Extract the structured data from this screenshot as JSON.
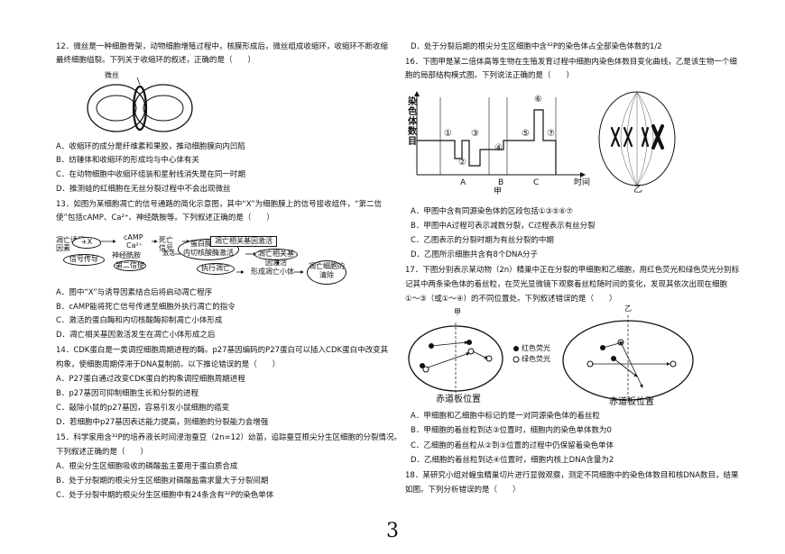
{
  "left": {
    "q12": {
      "stem1": "12．微丝是一种细胞骨架，动物细胞增殖过程中，核膜形成后，微丝组成收缩环，收缩环不断收缩",
      "stem2": "最终细胞缢裂。下列关于收缩环的叙述，正确的是（　　）",
      "fig_label": "微丝",
      "A": "A．收缩环的成分是纤维素和果胶，推动细胞膜向内凹陷",
      "B": "B．纺锤体和收缩环的形成均与中心体有关",
      "C": "C．在动物细胞中收缩环组装和星射线消失是在同一时期",
      "D": "D．推测蛙的红细胞在无丝分裂过程中不会出现微丝"
    },
    "q13": {
      "stem1": "13．如图为某细胞凋亡的信号通路的简化示意图，其中“X”为细胞膜上的信号接收组件，“第二信",
      "stem2": "使”包括cAMP、Ca²⁺、神经酰胺等。下列叙述正确的是（　　）",
      "diagram": {
        "inducer": "凋亡诱导因素",
        "x": "+X",
        "camp": "cAMP",
        "ca": "Ca²⁺",
        "ceramide": "神经酰胺",
        "second_messenger": "第二信使",
        "signal_transduction": "信号传导",
        "death_signal": "死亡信号",
        "activate": "激活",
        "protease_line1": "蛋白酶激活",
        "protease_line2": "内切核酸酶激活",
        "execute": "执行凋亡",
        "gene_activate": "凋亡相关基因激活",
        "gene_activate2": "凋亡相关基因激活",
        "apoptotic_body": "形成凋亡小体",
        "clearance": "凋亡细胞的清除"
      },
      "A": "A．图中“X”与诱导因素结合后将启动凋亡程序",
      "B": "B．cAMP能将死亡信号传递至细胞外执行凋亡的指令",
      "C": "C．激活的蛋白酶和内切核酸酶抑制凋亡小体形成",
      "D": "D．凋亡相关基因激活发生在凋亡小体形成之后"
    },
    "q14": {
      "stem1": "14．CDK蛋白是一类调控细胞周期进程的酶。p27基因编码的P27蛋白可以插入CDK蛋白中改变其",
      "stem2": "构象，使细胞周期停滞于DNA复制前。以下推论错误的是（　　）",
      "A": "A．P27蛋白通过改变CDK蛋白的构象调控细胞周期进程",
      "B": "B．p27基因可抑制细胞生长和分裂的进程",
      "C": "C．敲除小鼠的p27基因，容易引发小鼠细胞的癌变",
      "D": "D．若细胞中p27基因表达能力提高，则细胞的分裂能力会增强"
    },
    "q15": {
      "stem1": "15．科学家用含³²P的培养液长时间浸泡蚕豆（2n=12）幼苗，追踪蚕豆根尖分生区细胞的分裂情况。",
      "stem2": "下列叙述正确的是（　　）",
      "A": "A．根尖分生区细胞吸收的磷酸盐主要用于蛋白质合成",
      "B": "B．处于分裂期的根尖分生区细胞对磷酸盐需求量大于分裂间期",
      "C": "C．处于分裂中期的根尖分生区细胞中有24条含有³²P的染色单体"
    }
  },
  "right": {
    "q15D": "D．处于分裂后期的根尖分生区细胞中含³²P的染色体占全部染色体数的1/2",
    "q16": {
      "stem1": "16．下图甲是某二倍体高等生物在生殖发育过程中细胞内染色体数目变化曲线，乙是该生物一个细",
      "stem2": "胞的局部结构模式图。下列说法正确的是（　　）",
      "yaxis": "染色体数目",
      "xaxis": "时间",
      "fig_a": "甲",
      "fig_b": "乙",
      "segA": "A",
      "segB": "B",
      "segC": "C",
      "n1": "①",
      "n2": "②",
      "n3": "③",
      "n4": "④",
      "n5": "⑤",
      "n6": "⑥",
      "n7": "⑦",
      "A": "A．甲图中含有同源染色体的区段包括①③⑤⑥⑦",
      "B": "B．甲图中A过程可表示减数分裂，C过程表示有丝分裂",
      "C": "C．乙图表示的分裂时期为有丝分裂的中期",
      "D": "D．乙图所示细胞共含有8个DNA分子"
    },
    "q17": {
      "stem1": "17．下图分别表示某动物（2n）精巢中正在分裂的甲细胞和乙细胞，用红色荧光和绿色荧光分别标",
      "stem2": "记其中两条染色体的着丝粒，在荧光显微镜下观察着丝粒随时间的变化，发现其依次出现在细胞",
      "stem3": "①～③（或①～④）的不同位置处。下列叙述错误的是（　　）",
      "fig_a": "甲",
      "fig_b": "乙",
      "legend_red": "红色荧光",
      "legend_green": "绿色荧光",
      "plate_a": "赤道板位置",
      "plate_b": "赤道板位置",
      "A": "A．甲细胞和乙细胞中标记的是一对同源染色体的着丝粒",
      "B": "B．甲细胞的着丝粒到达③位置时，细胞内的染色单体数为0",
      "C": "C．乙细胞的着丝粒从②到③位置的过程中仍保留着染色单体",
      "D": "D．乙细胞的着丝粒到达④位置时，细胞内核上DNA含量为2"
    },
    "q18": {
      "stem1": "18．某研究小组对蝗虫精巢切片进行显微观察，测定不同细胞中的染色体数目和核DNA数目，结果",
      "stem2": "如图。下列分析错误的是（　　）"
    }
  },
  "page_number": "3"
}
